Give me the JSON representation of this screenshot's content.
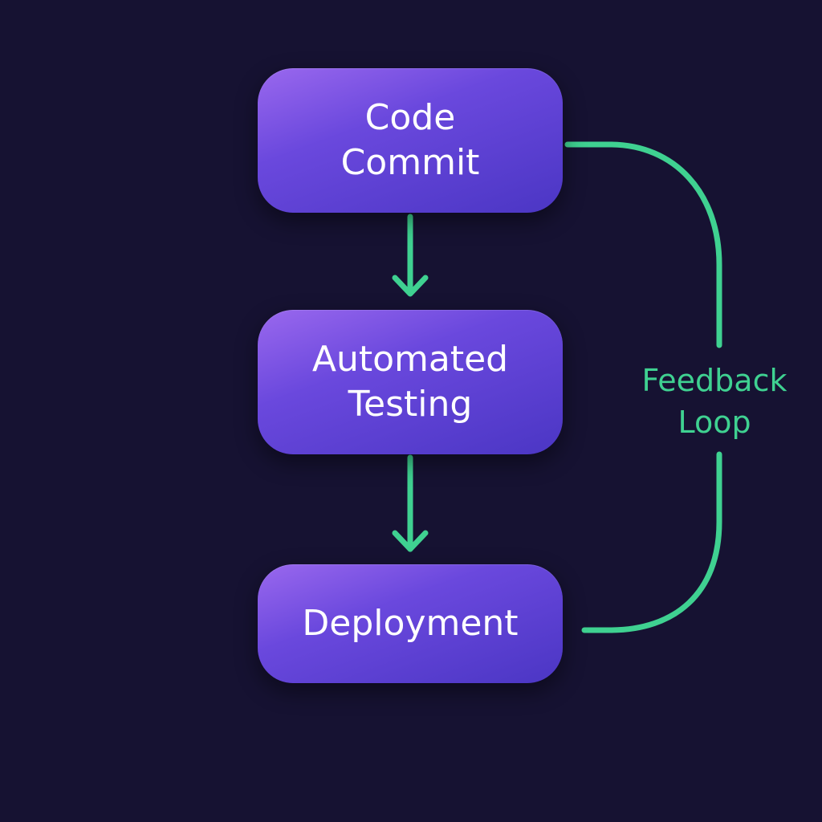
{
  "diagram": {
    "type": "flowchart",
    "nodes": [
      {
        "id": "code-commit",
        "lines": [
          "Code",
          "Commit"
        ]
      },
      {
        "id": "automated-testing",
        "lines": [
          "Automated",
          "Testing"
        ]
      },
      {
        "id": "deployment",
        "lines": [
          "Deployment"
        ]
      }
    ],
    "edges": [
      {
        "from": "code-commit",
        "to": "automated-testing",
        "style": "arrow"
      },
      {
        "from": "automated-testing",
        "to": "deployment",
        "style": "arrow"
      },
      {
        "from": "deployment",
        "to": "code-commit",
        "style": "loop"
      }
    ],
    "feedback": {
      "lines": [
        "Feedback",
        "Loop"
      ]
    }
  },
  "colors": {
    "background": "#161232",
    "node_fill": "#6a48dd",
    "node_text": "#ffffff",
    "accent": "#3fd191"
  }
}
